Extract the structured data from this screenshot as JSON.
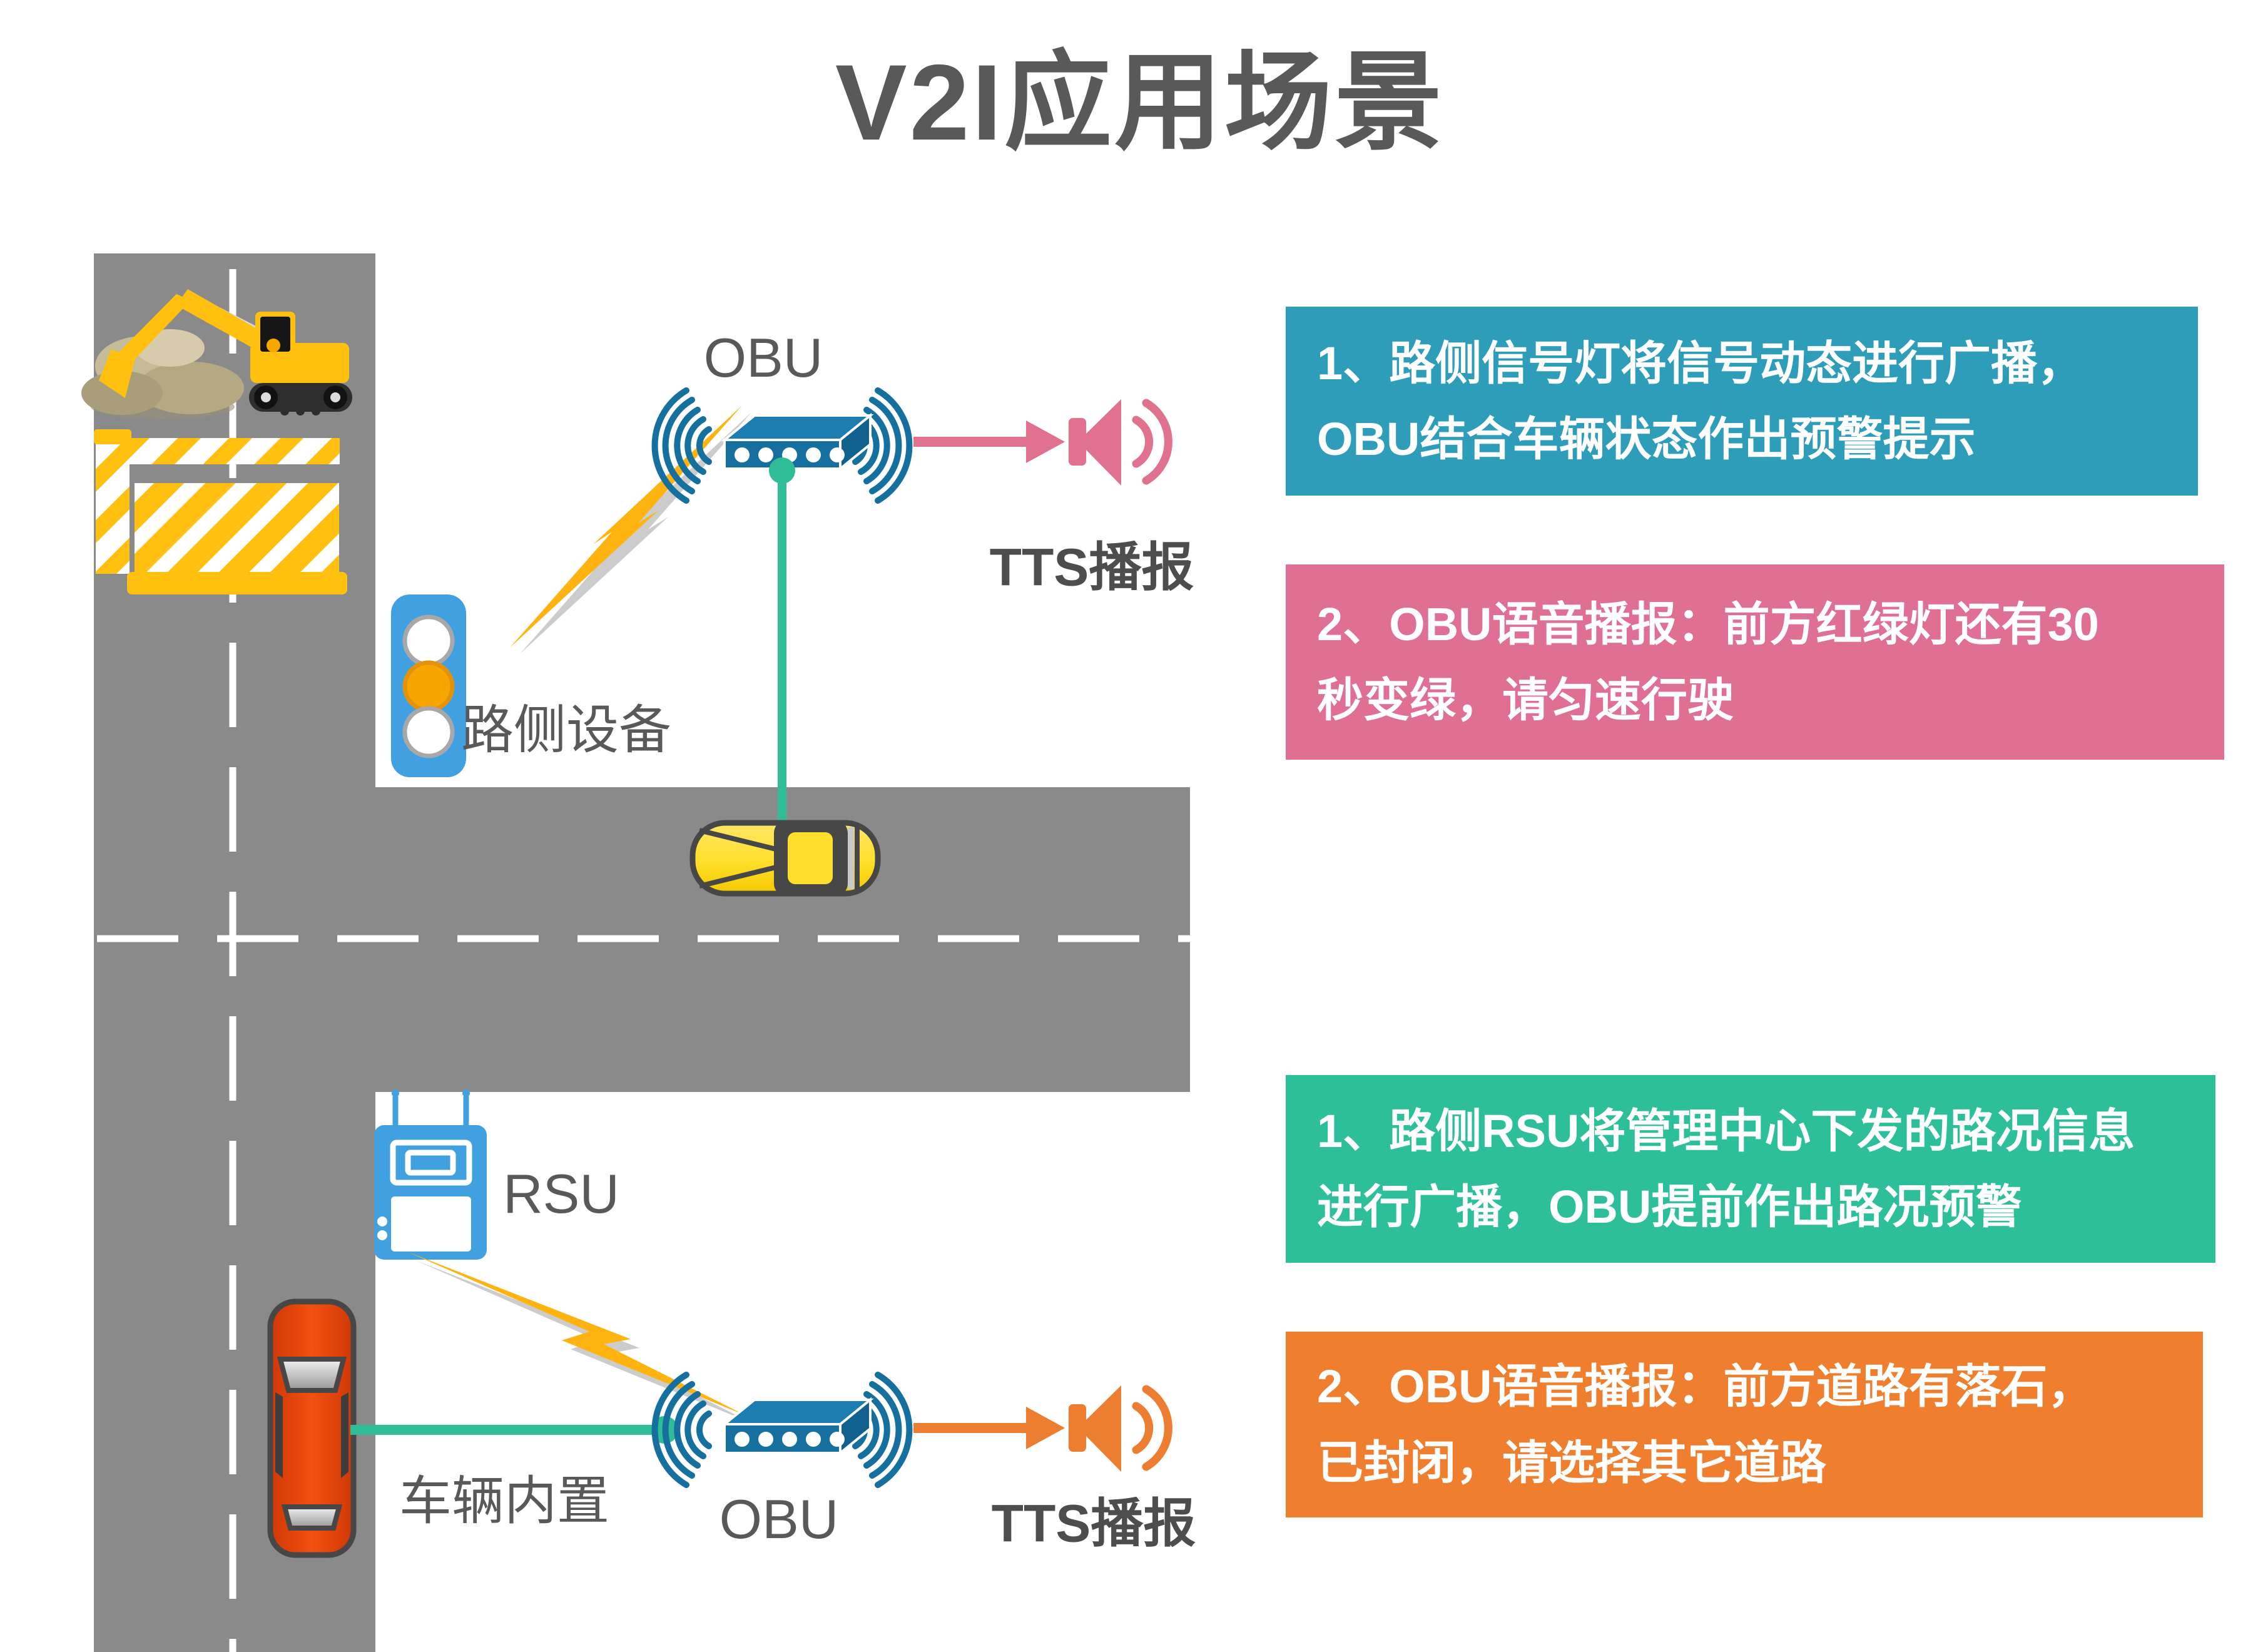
{
  "title": "V2I应用场景",
  "colors": {
    "road": "#8a8a8a",
    "lane_marking": "#ffffff",
    "title_gray": "#595959",
    "label_gray": "#595959",
    "tts_label_gray": "#4d4d4d",
    "teal_box": "#2e9db9",
    "pink_box": "#df7093",
    "green_box": "#2cbf99",
    "orange_box": "#ef7e2e",
    "obu_blue": "#16709f",
    "roadside_unit_blue": "#41a0e0",
    "signal_green": "#2ebd96",
    "lightning_orange": "#ffb310",
    "pink_signal": "#e0718f",
    "orange_signal": "#ed7d31",
    "barrier_yellow": "#ffc010",
    "amber_light": "#f7a600",
    "car_yellow": "#ffdf2b",
    "truck_red": "#e8410c"
  },
  "diagram": {
    "obu_top_label": "OBU",
    "roadside_device_label": "路侧设备",
    "tts_top_label": "TTS播报",
    "rsu_label": "RSU",
    "vehicle_builtin_label": "车辆内置",
    "obu_bottom_label": "OBU",
    "tts_bottom_label": "TTS播报",
    "icons": [
      "excavator-icon",
      "rock-pile-icon",
      "barrier-fence-icon",
      "traffic-light-icon",
      "lightning-bolt-icon",
      "obu-device-icon",
      "wifi-waves-icon",
      "speaker-icon",
      "car-top-icon",
      "truck-top-icon",
      "rsu-device-icon"
    ]
  },
  "scenario_boxes": [
    {
      "id": "signal-broadcast",
      "color": "#2e9db9",
      "line1": "1、路侧信号灯将信号动态进行广播，",
      "line2": "OBU结合车辆状态作出预警提示"
    },
    {
      "id": "obu-voice-top",
      "color": "#df7093",
      "line1": "2、OBU语音播报：前方红绿灯还有30",
      "line2": "秒变绿，请匀速行驶"
    },
    {
      "id": "rsu-broadcast",
      "color": "#2cbf99",
      "line1": "1、路侧RSU将管理中心下发的路况信息",
      "line2": "进行广播，OBU提前作出路况预警"
    },
    {
      "id": "obu-voice-bottom",
      "color": "#ef7e2e",
      "line1": "2、OBU语音播报：前方道路有落石，",
      "line2": "已封闭，请选择其它道路"
    }
  ]
}
